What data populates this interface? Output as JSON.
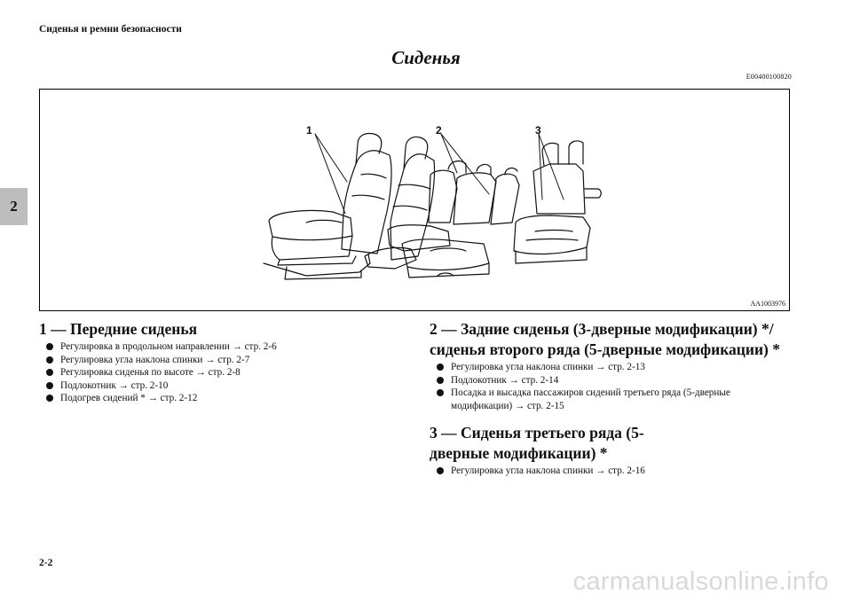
{
  "header": {
    "section_title": "Сиденья и ремни безопасности"
  },
  "side_tab": {
    "label": "2"
  },
  "page_title": "Сиденья",
  "doc_code": "E00400100820",
  "figure": {
    "code": "AA1003976",
    "callouts": [
      "1",
      "2",
      "3"
    ]
  },
  "sections": [
    {
      "title": "1 — Передние сиденья",
      "items": [
        "Регулировка в продольном направлении → стр. 2-6",
        "Регулировка угла наклона спинки → стр. 2-7",
        "Регулировка сиденья по высоте → стр. 2-8",
        "Подлокотник → стр. 2-10",
        "Подогрев сидений * → стр. 2-12"
      ]
    },
    {
      "title": "2 — Задние сиденья (3-дверные модификации) */ сиденья второго ряда (5-дверные модификации) *",
      "items": [
        "Регулировка угла наклона спинки → стр. 2-13",
        "Подлокотник → стр. 2-14",
        "Посадка и высадка пассажиров сидений третьего ряда (5-дверные модификации) → стр. 2-15"
      ]
    },
    {
      "title": "3 — Сиденья третьего ряда (5-дверные модификации) *",
      "items": [
        "Регулировка угла наклона спинки → стр. 2-16"
      ]
    }
  ],
  "footer": {
    "page_number": "2-2",
    "watermark": "carmanualsonline.info"
  }
}
